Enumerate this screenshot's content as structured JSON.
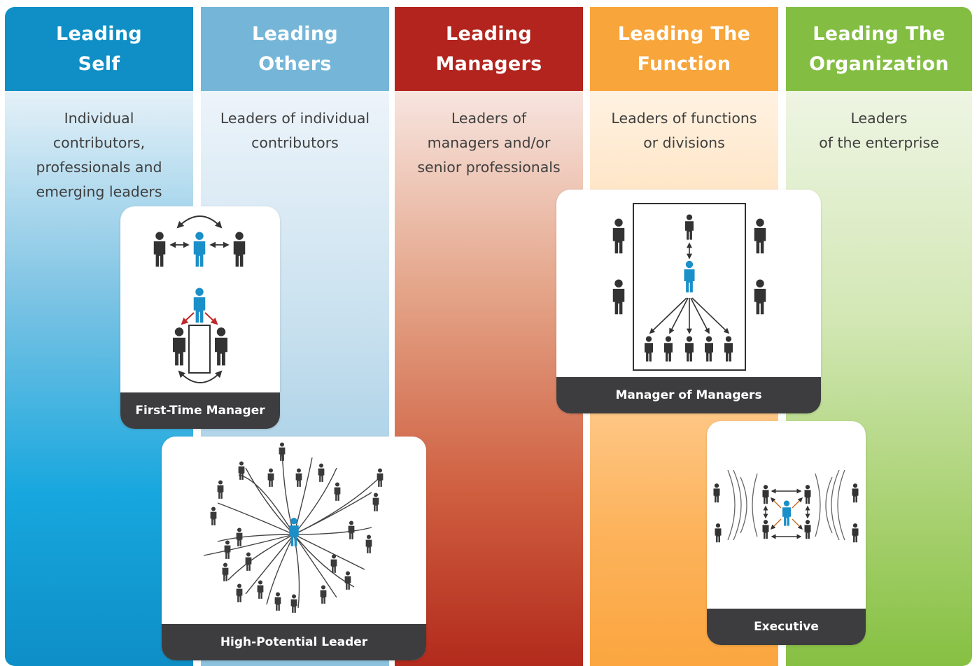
{
  "columns": [
    {
      "title_line1": "Leading",
      "title_line2": "Self",
      "description": [
        "Individual",
        "contributors,",
        "professionals and",
        "emerging leaders"
      ],
      "color": "#0f8fc6"
    },
    {
      "title_line1": "Leading",
      "title_line2": "Others",
      "description": [
        "Leaders of individual",
        "contributors"
      ],
      "color": "#75b6d8"
    },
    {
      "title_line1": "Leading",
      "title_line2": "Managers",
      "description": [
        "Leaders of",
        "managers and/or",
        "senior professionals"
      ],
      "color": "#b2241d"
    },
    {
      "title_line1": "Leading The",
      "title_line2": "Function",
      "description": [
        "Leaders of functions",
        "or divisions"
      ],
      "color": "#f8a53b"
    },
    {
      "title_line1": "Leading The",
      "title_line2": "Organization",
      "description": [
        "Leaders",
        "of the enterprise"
      ],
      "color": "#83be43"
    }
  ],
  "cards": {
    "first_time_manager": {
      "label": "First-Time Manager",
      "icon": "peer-transition-icon"
    },
    "high_potential_leader": {
      "label": "High-Potential Leader",
      "icon": "network-hub-icon"
    },
    "manager_of_managers": {
      "label": "Manager of Managers",
      "icon": "org-hierarchy-icon"
    },
    "executive": {
      "label": "Executive",
      "icon": "enterprise-influence-icon"
    }
  },
  "colors": {
    "highlight_person": "#1b8fc8",
    "person": "#333333",
    "card_label_bg": "#3d3d3f"
  }
}
